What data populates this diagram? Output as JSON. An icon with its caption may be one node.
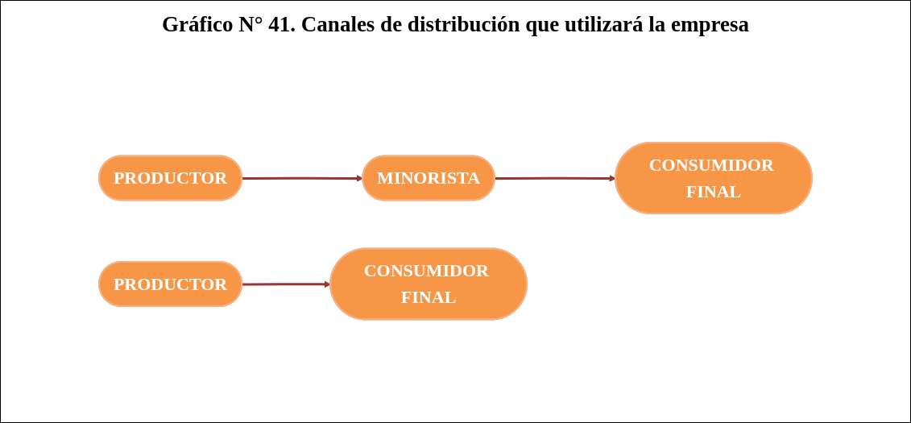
{
  "diagram": {
    "title": "Gráfico N° 41. Canales de distribución que utilizará la empresa",
    "nodes": [
      {
        "text": [
          "PRODUCTOR"
        ]
      },
      {
        "text": [
          "MINORISTA"
        ]
      },
      {
        "text": [
          "CONSUMIDOR FINAL"
        ]
      },
      {
        "text": [
          "PRODUCTOR"
        ]
      },
      {
        "text": [
          "CONSUMIDOR FINAL"
        ]
      }
    ],
    "edges": [
      {
        "from": 0,
        "to": 1,
        "arrow": "to"
      },
      {
        "from": 1,
        "to": 2,
        "arrow": "to"
      },
      {
        "from": 3,
        "to": 4,
        "arrow": "to"
      }
    ]
  }
}
